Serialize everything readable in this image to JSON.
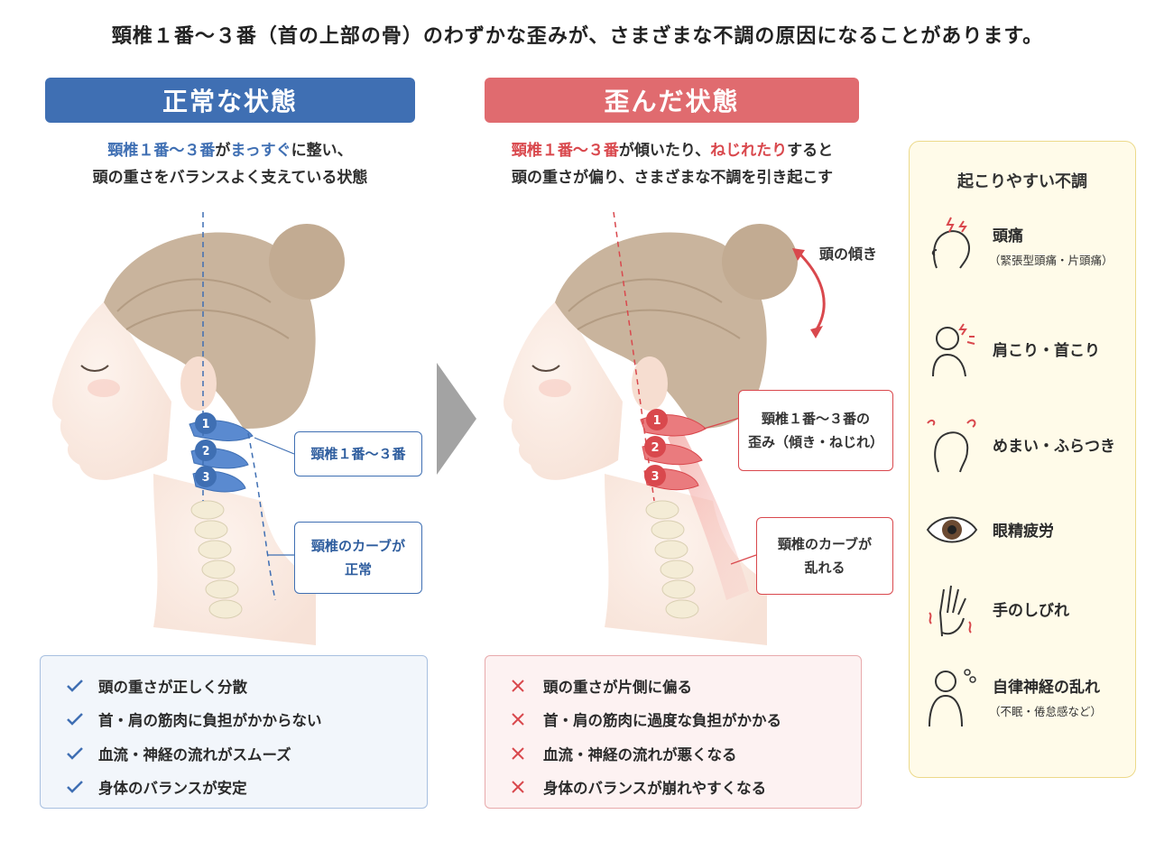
{
  "headline": "頸椎１番〜３番（首の上部の骨）のわずかな歪みが、さまざまな不調の原因になることがあります。",
  "normal": {
    "banner": "正常な状態",
    "desc_line1_accent1": "頸椎１番〜３番",
    "desc_line1_mid": "が",
    "desc_line1_accent2": "まっすぐ",
    "desc_line1_end": "に整い、",
    "desc_line2": "頭の重さをバランスよく支えている状態",
    "vertebra_numbers": [
      "1",
      "2",
      "3"
    ],
    "callout_vertebrae": "頸椎１番〜３番",
    "callout_curve_line1": "頸椎のカーブが",
    "callout_curve_line2": "正常",
    "checks": [
      "頭の重さが正しく分散",
      "首・肩の筋肉に負担がかからない",
      "血流・神経の流れがスムーズ",
      "身体のバランスが安定"
    ]
  },
  "distorted": {
    "banner": "歪んだ状態",
    "desc_line1_accent1": "頸椎１番〜３番",
    "desc_line1_mid": "が傾いたり、",
    "desc_line1_accent2": "ねじれたり",
    "desc_line1_end": "すると",
    "desc_line2": "頭の重さが偏り、さまざまな不調を引き起こす",
    "vertebra_numbers": [
      "1",
      "2",
      "3"
    ],
    "tilt_label": "頭の傾き",
    "callout_distortion_line1": "頸椎１番〜３番の",
    "callout_distortion_line2": "歪み（傾き・ねじれ）",
    "callout_curve_line1": "頸椎のカーブが",
    "callout_curve_line2": "乱れる",
    "crosses": [
      "頭の重さが片側に偏る",
      "首・肩の筋肉に過度な負担がかかる",
      "血流・神経の流れが悪くなる",
      "身体のバランスが崩れやすくなる"
    ]
  },
  "symptoms": {
    "title": "起こりやすい不調",
    "items": [
      {
        "label": "頭痛",
        "sub": "（緊張型頭痛・片頭痛）",
        "icon": "headache-icon"
      },
      {
        "label": "肩こり・首こり",
        "sub": "",
        "icon": "stiff-shoulder-icon"
      },
      {
        "label": "めまい・ふらつき",
        "sub": "",
        "icon": "dizziness-icon"
      },
      {
        "label": "眼精疲労",
        "sub": "",
        "icon": "eye-icon"
      },
      {
        "label": "手のしびれ",
        "sub": "",
        "icon": "hand-numbness-icon"
      },
      {
        "label": "自律神経の乱れ",
        "sub": "（不眠・倦怠感など）",
        "icon": "autonomic-nerve-icon"
      }
    ]
  },
  "colors": {
    "normal_accent": "#3f6fb3",
    "distorted_accent": "#e06b6f",
    "hair": "#c9b49d",
    "skin": "#fbebe2",
    "bone": "#f4ecd6"
  }
}
